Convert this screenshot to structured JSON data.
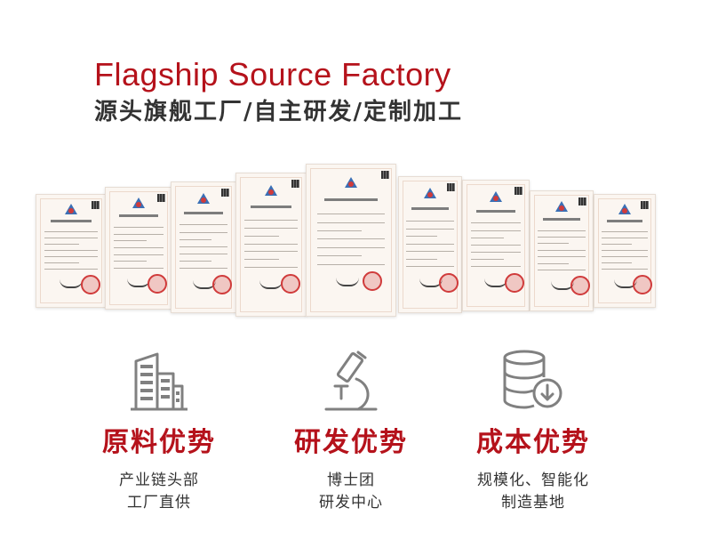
{
  "header": {
    "title": "Flagship Source Factory",
    "subtitle": "源头旗舰工厂/自主研发/定制加工"
  },
  "colors": {
    "accent": "#b5121b",
    "text": "#333333",
    "icon": "#808080"
  },
  "advantages": [
    {
      "icon": "office-building-icon",
      "title": "原料优势",
      "lines": [
        "产业链头部",
        "工厂直供"
      ]
    },
    {
      "icon": "microscope-icon",
      "title": "研发优势",
      "lines": [
        "博士团",
        "研发中心"
      ]
    },
    {
      "icon": "database-download-icon",
      "title": "成本优势",
      "lines": [
        "规模化、智能化",
        "制造基地"
      ]
    }
  ]
}
